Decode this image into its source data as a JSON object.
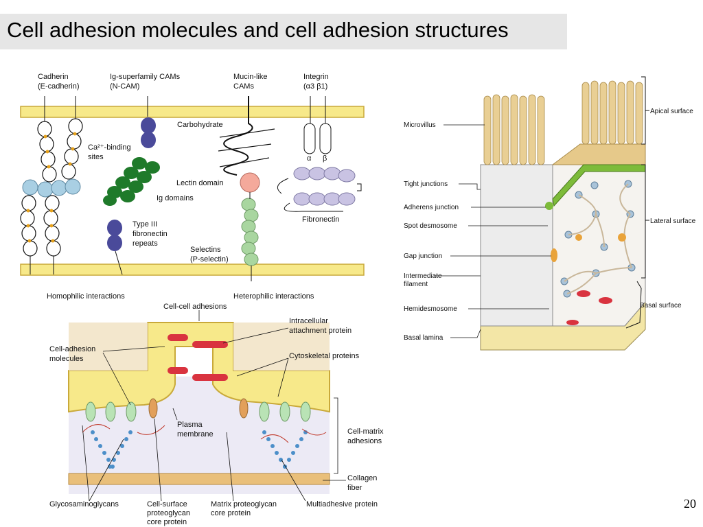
{
  "slide": {
    "title": "Cell adhesion molecules and cell adhesion structures",
    "page_number": "20"
  },
  "panel_molecules": {
    "cadherin": [
      "Cadherin",
      "(E-cadherin)"
    ],
    "ig_cams": [
      "Ig-superfamily CAMs",
      "(N-CAM)"
    ],
    "mucin": [
      "Mucin-like",
      "CAMs"
    ],
    "integrin": [
      "Integrin",
      "(α3 β1)"
    ],
    "ca_binding": [
      "Ca²⁺-binding",
      "sites"
    ],
    "carbohydrate": "Carbohydrate",
    "lectin_domain": "Lectin domain",
    "ig_domains": "Ig domains",
    "type3": [
      "Type III",
      "fibronectin",
      "repeats"
    ],
    "fibronectin": "Fibronectin",
    "selectins": [
      "Selectins",
      "(P-selectin)"
    ],
    "alpha": "α",
    "beta": "β",
    "homophilic": "Homophilic interactions",
    "heterophilic": "Heterophilic interactions"
  },
  "panel_structures": {
    "cell_cell": "Cell-cell adhesions",
    "intracellular": [
      "Intracellular",
      "attachment protein"
    ],
    "cam": [
      "Cell-adhesion",
      "molecules"
    ],
    "cytoskeletal": "Cytoskeletal proteins",
    "plasma_membrane": [
      "Plasma",
      "membrane"
    ],
    "cell_matrix": [
      "Cell-matrix",
      "adhesions"
    ],
    "collagen": [
      "Collagen",
      "fiber"
    ],
    "glycosaminoglycans": "Glycosaminoglycans",
    "cell_surface_pg": [
      "Cell-surface",
      "proteoglycan",
      "core protein"
    ],
    "matrix_pg": [
      "Matrix proteoglycan",
      "core protein"
    ],
    "multiadhesive": "Multiadhesive protein"
  },
  "panel_epithelium": {
    "microvillus": "Microvillus",
    "tight_junctions": "Tight junctions",
    "adherens_junction": "Adherens junction",
    "spot_desmosome": "Spot desmosome",
    "gap_junction": "Gap junction",
    "intermediate_filament": [
      "Intermediate",
      "filament"
    ],
    "hemidesmosome": "Hemidesmosome",
    "basal_lamina": "Basal lamina",
    "apical_surface": "Apical surface",
    "lateral_surface": "Lateral surface",
    "basal_surface": "Basal surface"
  },
  "colors": {
    "membrane_yellow": "#f7e98a",
    "membrane_stroke": "#c9a93a",
    "ig_green": "#1f7a2a",
    "type3_purple": "#4a4a9a",
    "lectin_pink": "#f4a99b",
    "selectin_green": "#a9d6a0",
    "cadherin_blue": "#a9cfe3",
    "fibronectin_lavender": "#c9c3e3",
    "junction_green": "#7dbb3a",
    "red_protein": "#d9333f"
  }
}
